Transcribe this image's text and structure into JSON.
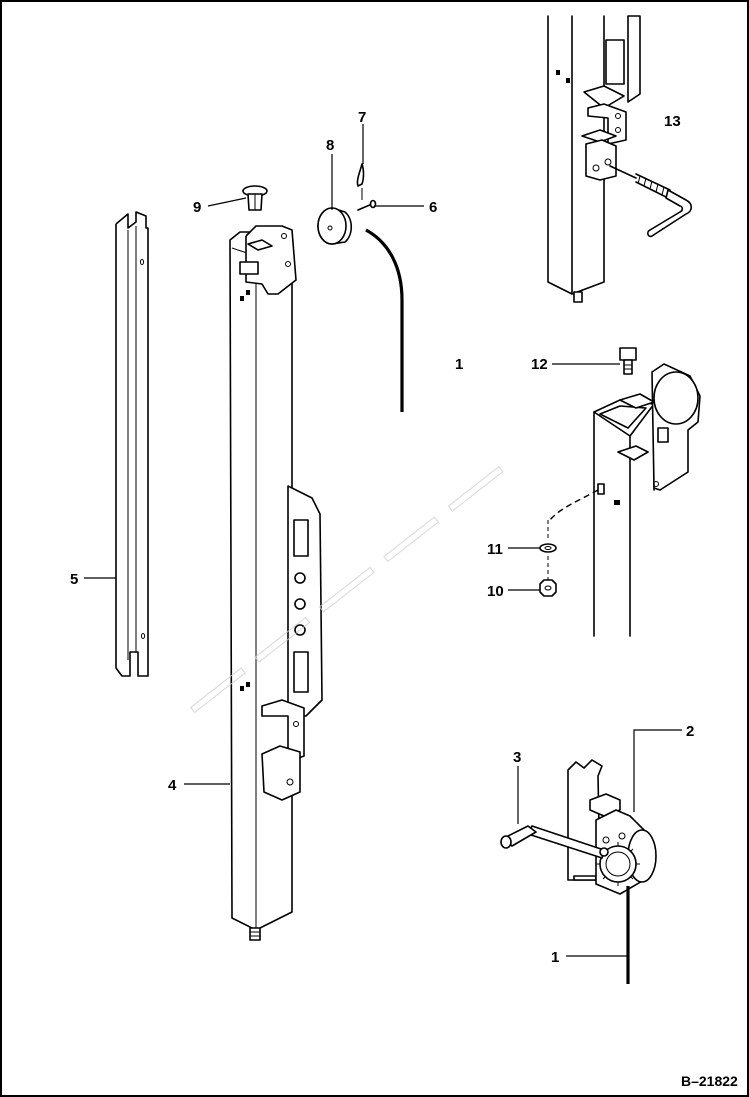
{
  "figure_id": "B–21822",
  "callouts": {
    "c1_main": "1",
    "c1_winch": "1",
    "c2": "2",
    "c3": "3",
    "c4": "4",
    "c5": "5",
    "c6": "6",
    "c7": "7",
    "c8": "8",
    "c9": "9",
    "c10": "10",
    "c11": "11",
    "c12": "12",
    "c13": "13"
  }
}
